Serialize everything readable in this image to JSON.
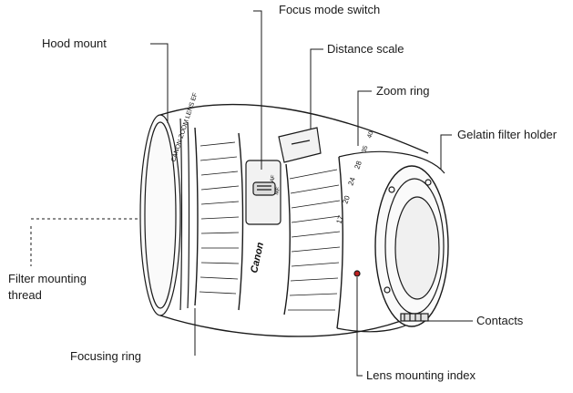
{
  "labels": {
    "focus_mode_switch": "Focus mode switch",
    "hood_mount": "Hood mount",
    "distance_scale": "Distance scale",
    "zoom_ring": "Zoom ring",
    "gelatin_filter_holder": "Gelatin filter holder",
    "filter_mounting_thread_line1": "Filter mounting",
    "filter_mounting_thread_line2": "thread",
    "contacts": "Contacts",
    "focusing_ring": "Focusing ring",
    "lens_mounting_index": "Lens mounting index"
  },
  "lens_markings": {
    "brand": "Canon",
    "barrel_text": "CANON ZOOM LENS EF",
    "zoom_numbers": [
      "17",
      "20",
      "24",
      "28",
      "35",
      "40"
    ],
    "switch_af": "AF",
    "switch_mf": "MF"
  }
}
